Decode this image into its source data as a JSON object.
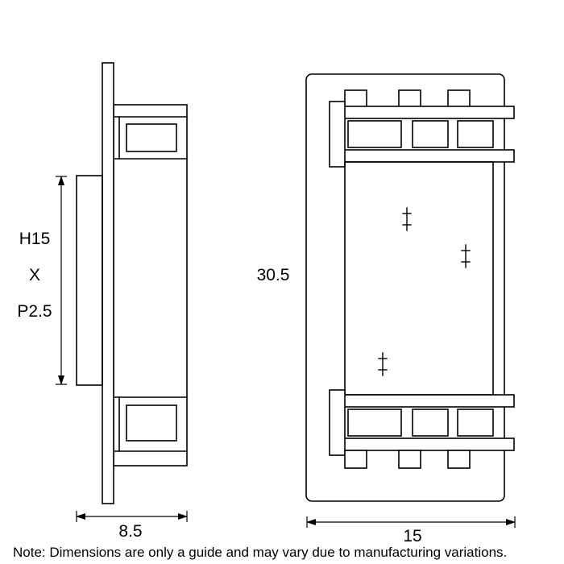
{
  "side_view": {
    "dimension_label_lines": [
      "H15",
      "X",
      "P2.5"
    ],
    "depth_dimension": "8.5"
  },
  "front_view": {
    "height_dimension": "30.5",
    "width_dimension": "15"
  },
  "note": "Note: Dimensions are only a guide and may vary due to manufacturing variations.",
  "colors": {
    "line": "#000000",
    "background": "#ffffff"
  }
}
